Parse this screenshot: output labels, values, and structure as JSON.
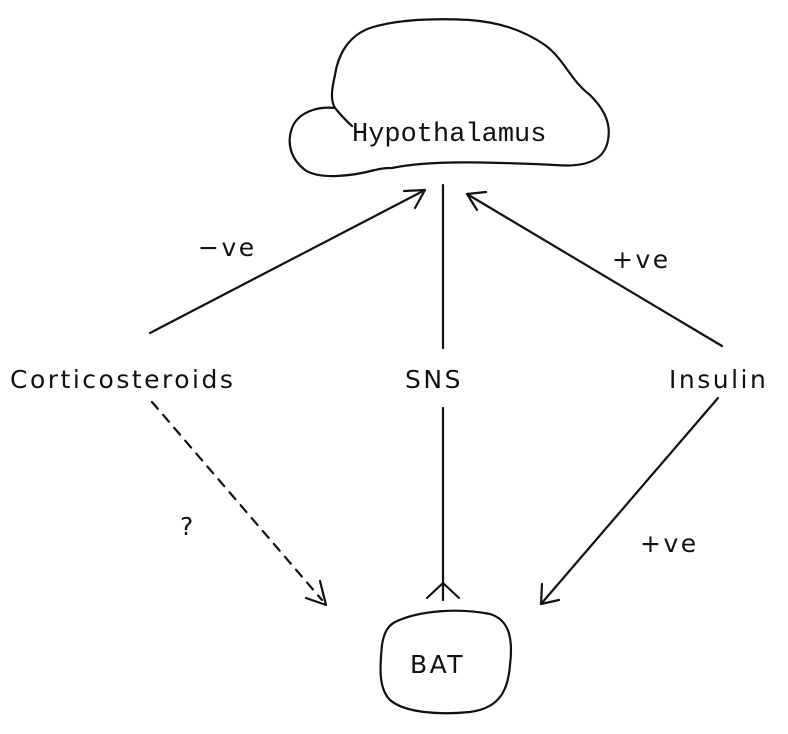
{
  "nodes": {
    "hypothalamus": "Hypothalamus",
    "corticosteroids": "Corticosteroids",
    "sns": "SNS",
    "insulin": "Insulin",
    "bat": "BAT"
  },
  "edge_labels": {
    "cortico_to_hypothalamus": "−ve",
    "insulin_to_hypothalamus": "+ve",
    "insulin_to_bat": "+ve",
    "cortico_to_bat": "?"
  },
  "colors": {
    "ink": "#111111",
    "background": "#ffffff"
  }
}
